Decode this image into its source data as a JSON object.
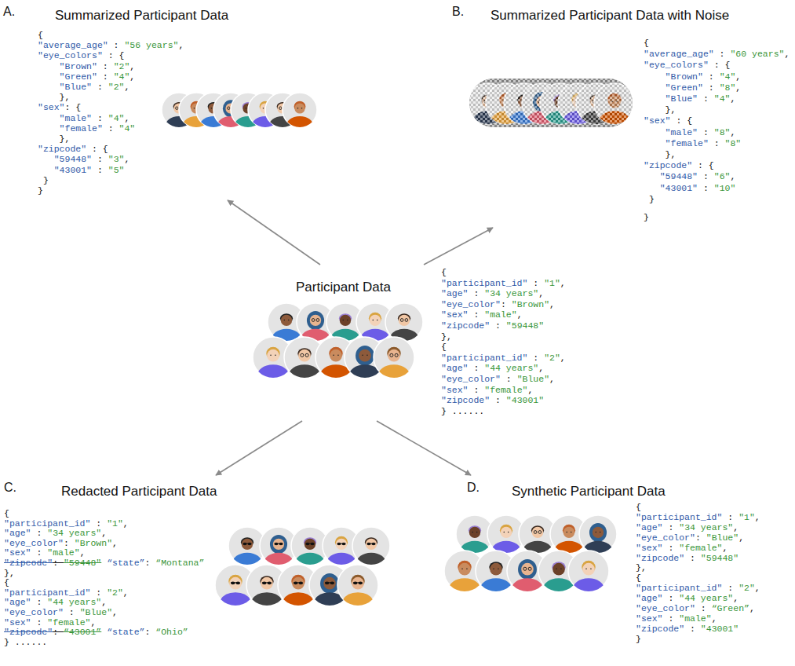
{
  "diagram": {
    "nodes": [
      {
        "text": [
          "A.",
          "Summarized Participant Data",
          "{",
          "\"average_age\" : \"56 years\",",
          "\"eye_colors\" : {",
          "\"Brown\" : \"2\",",
          "\"Green\" : \"4\",",
          "\"Blue\" : \"2\",",
          "},",
          "\"sex\": {",
          "\"male\" : \"4\",",
          "\"female\" : \"4\"",
          "},",
          "\"zipcode\" : {",
          "\"59448\" : \"3\",",
          "\"43001\" : \"5\"",
          "}",
          "}"
        ]
      },
      {
        "text": [
          "B.",
          "Summarized Participant Data with Noise",
          "{",
          "\"average_age\" : \"60 years\",",
          "\"eye_colors\" : {",
          "\"Brown\" : \"4\",",
          "\"Green\" : \"8\",",
          "\"Blue\" : \"4\",",
          "},",
          "\"sex\" : {",
          "\"male\" : \"8\",",
          "\"female\" : \"8\"",
          "},",
          "\"zipcode\" : {",
          "\"59448\" : \"6\",",
          "\"43001\" : \"10\"",
          "}",
          "}"
        ]
      },
      {
        "text": [
          "Participant Data",
          "{",
          "\"participant_id\" : \"1\",",
          "\"age\" : \"34 years\",",
          "\"eye_color\": \"Brown\",",
          "\"sex\" : \"male\",",
          "\"zipcode\" : \"59448\"",
          "},",
          "{",
          "\"participant_id\" : \"2\",",
          "\"age\" : \"44 years\",",
          "\"eye_color\" : \"Blue\",",
          "\"sex\" : \"female\",",
          "\"zipcode\" : \"43001\"",
          "} ......"
        ]
      },
      {
        "text": [
          "C.",
          "Redacted Participant Data",
          "{",
          "\"participant_id\" : \"1\",",
          "\"age\" : \"34 years\",",
          "\"eye_color\": \"Brown\",",
          "\"sex\" : \"male\",",
          "\"zipcode\": \"59448\" “state”: “Montana”",
          "},",
          "{",
          "\"participant_id\" : \"2\",",
          "\"age\" : \"44 years\",",
          "\"eye_color\" : \"Blue\",",
          "\"sex\" : \"female\",",
          "\"zipcode\": “43001” “state”: “Ohio”",
          "} ......"
        ]
      },
      {
        "text": [
          "D.",
          "Synthetic Participant Data",
          "{",
          "\"participant_id\" : \"1\",",
          "\"age\" : \"34 years\",",
          "\"eye_color\": \"Blue\",",
          "\"sex\" : \"female\",",
          "\"zipcode\" : \"59448\"",
          "},",
          "{",
          "\"participant_id\" : \"2\",",
          "\"age\" : \"44 years\",",
          "\"eye_color\" : “Green”,",
          "\"sex\" : \"male\",",
          "\"zipcode\" : \"43001\"",
          "}"
        ]
      }
    ],
    "edges": [
      {
        "from": 2,
        "to": 0,
        "arrow": "to"
      },
      {
        "from": 2,
        "to": 1,
        "arrow": "to"
      },
      {
        "from": 2,
        "to": 3,
        "arrow": "to"
      },
      {
        "from": 2,
        "to": 4,
        "arrow": "to"
      }
    ]
  }
}
